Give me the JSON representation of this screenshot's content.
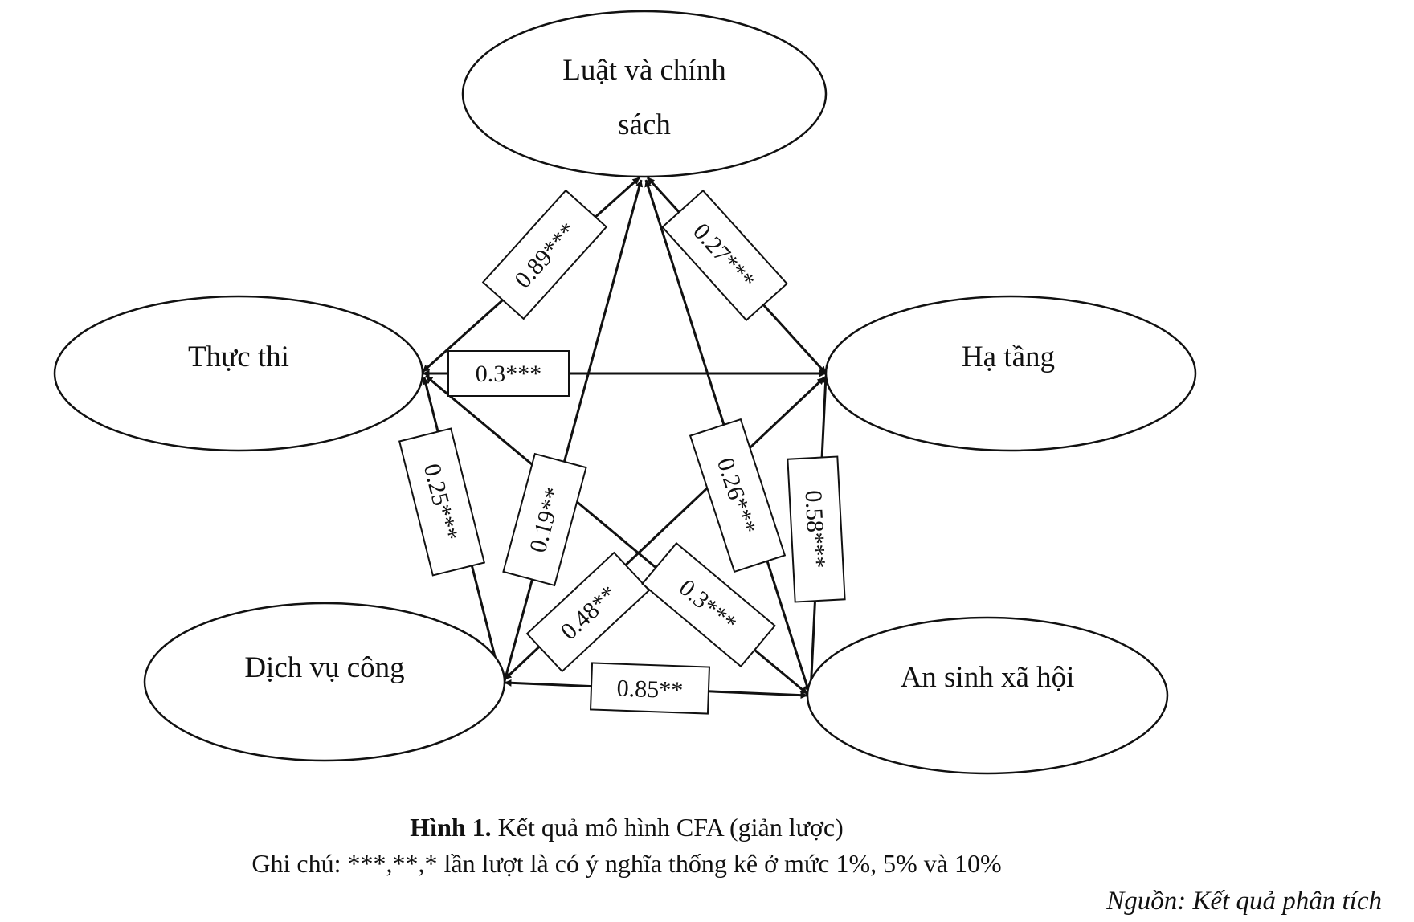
{
  "nodes": {
    "luat": [
      "Luật và chính",
      "sách"
    ],
    "thucthi": [
      "Thực thi"
    ],
    "hatang": [
      "Hạ tầng"
    ],
    "dichvu": [
      "Dịch vụ công"
    ],
    "ansinh": [
      "An sinh xã hội"
    ]
  },
  "edges": {
    "luat_thucthi": "0.89***",
    "luat_hatang": "0.27***",
    "thucthi_hatang": "0.3***",
    "thucthi_dichvu": "0.25***",
    "luat_dichvu": "0.19**",
    "luat_ansinh": "0.26***",
    "hatang_ansinh": "0.58***",
    "hatang_dichvu": "0.48**",
    "thucthi_ansinh": "0.3***",
    "dichvu_ansinh": "0.85**"
  },
  "caption": {
    "figure_label": "Hình 1.",
    "title": "Kết quả mô hình CFA (giản lược)",
    "note": "Ghi chú: ***,**,* lần lượt là có ý nghĩa thống kê ở mức 1%, 5% và 10%",
    "source": "Nguồn: Kết quả phân tích"
  }
}
